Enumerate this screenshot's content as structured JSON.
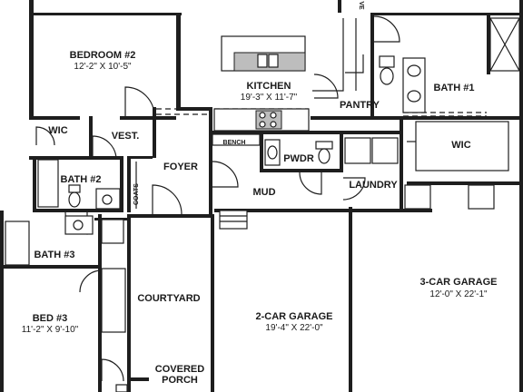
{
  "rooms": {
    "bedroom2": {
      "name": "BEDROOM #2",
      "size": "12'-2\" X 10'-5\""
    },
    "kitchen": {
      "name": "KITCHEN",
      "size": "19'-3\" X 11'-7\""
    },
    "pantry": {
      "name": "PANTRY"
    },
    "bath1": {
      "name": "BATH #1"
    },
    "wic1": {
      "name": "WIC"
    },
    "wic2": {
      "name": "WIC"
    },
    "vest": {
      "name": "VEST."
    },
    "foyer": {
      "name": "FOYER"
    },
    "bench": {
      "name": "BENCH"
    },
    "pwdr": {
      "name": "PWDR"
    },
    "mud": {
      "name": "MUD"
    },
    "laundry": {
      "name": "LAUNDRY"
    },
    "bath2": {
      "name": "BATH #2"
    },
    "coats": {
      "name": "COATS"
    },
    "bath3": {
      "name": "BATH #3"
    },
    "bed3": {
      "name": "BED #3",
      "size": "11'-2\" X 9'-10\""
    },
    "courtyard": {
      "name": "COURTYARD"
    },
    "garage2": {
      "name": "2-CAR GARAGE",
      "size": "19'-4\" X 22'-0\""
    },
    "garage3": {
      "name": "3-CAR GARAGE",
      "size": "12'-0\" X 22'-1\""
    },
    "porch": {
      "line1": "COVERED",
      "line2": "PORCH"
    },
    "vent": {
      "name": "VE"
    }
  }
}
